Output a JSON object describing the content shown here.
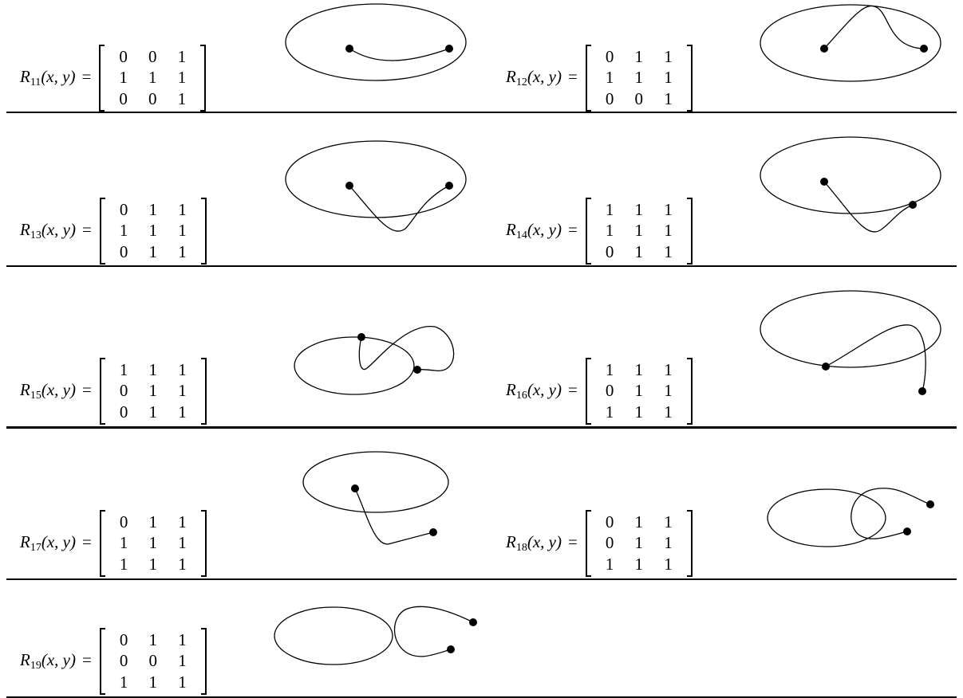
{
  "relations": [
    {
      "symbol": "R",
      "subscript": "11",
      "args": "(x, y)",
      "eq": "=",
      "matrix": [
        [
          "0",
          "0",
          "1"
        ],
        [
          "1",
          "1",
          "1"
        ],
        [
          "0",
          "0",
          "1"
        ]
      ]
    },
    {
      "symbol": "R",
      "subscript": "12",
      "args": "(x, y)",
      "eq": "=",
      "matrix": [
        [
          "0",
          "1",
          "1"
        ],
        [
          "1",
          "1",
          "1"
        ],
        [
          "0",
          "0",
          "1"
        ]
      ]
    },
    {
      "symbol": "R",
      "subscript": "13",
      "args": "(x, y)",
      "eq": "=",
      "matrix": [
        [
          "0",
          "1",
          "1"
        ],
        [
          "1",
          "1",
          "1"
        ],
        [
          "0",
          "1",
          "1"
        ]
      ]
    },
    {
      "symbol": "R",
      "subscript": "14",
      "args": "(x, y)",
      "eq": "=",
      "matrix": [
        [
          "1",
          "1",
          "1"
        ],
        [
          "1",
          "1",
          "1"
        ],
        [
          "0",
          "1",
          "1"
        ]
      ]
    },
    {
      "symbol": "R",
      "subscript": "15",
      "args": "(x, y)",
      "eq": "=",
      "matrix": [
        [
          "1",
          "1",
          "1"
        ],
        [
          "0",
          "1",
          "1"
        ],
        [
          "0",
          "1",
          "1"
        ]
      ]
    },
    {
      "symbol": "R",
      "subscript": "16",
      "args": "(x, y)",
      "eq": "=",
      "matrix": [
        [
          "1",
          "1",
          "1"
        ],
        [
          "0",
          "1",
          "1"
        ],
        [
          "1",
          "1",
          "1"
        ]
      ]
    },
    {
      "symbol": "R",
      "subscript": "17",
      "args": "(x, y)",
      "eq": "=",
      "matrix": [
        [
          "0",
          "1",
          "1"
        ],
        [
          "1",
          "1",
          "1"
        ],
        [
          "1",
          "1",
          "1"
        ]
      ]
    },
    {
      "symbol": "R",
      "subscript": "18",
      "args": "(x, y)",
      "eq": "=",
      "matrix": [
        [
          "0",
          "1",
          "1"
        ],
        [
          "0",
          "1",
          "1"
        ],
        [
          "1",
          "1",
          "1"
        ]
      ]
    },
    {
      "symbol": "R",
      "subscript": "19",
      "args": "(x, y)",
      "eq": "=",
      "matrix": [
        [
          "0",
          "1",
          "1"
        ],
        [
          "0",
          "0",
          "1"
        ],
        [
          "1",
          "1",
          "1"
        ]
      ]
    }
  ]
}
